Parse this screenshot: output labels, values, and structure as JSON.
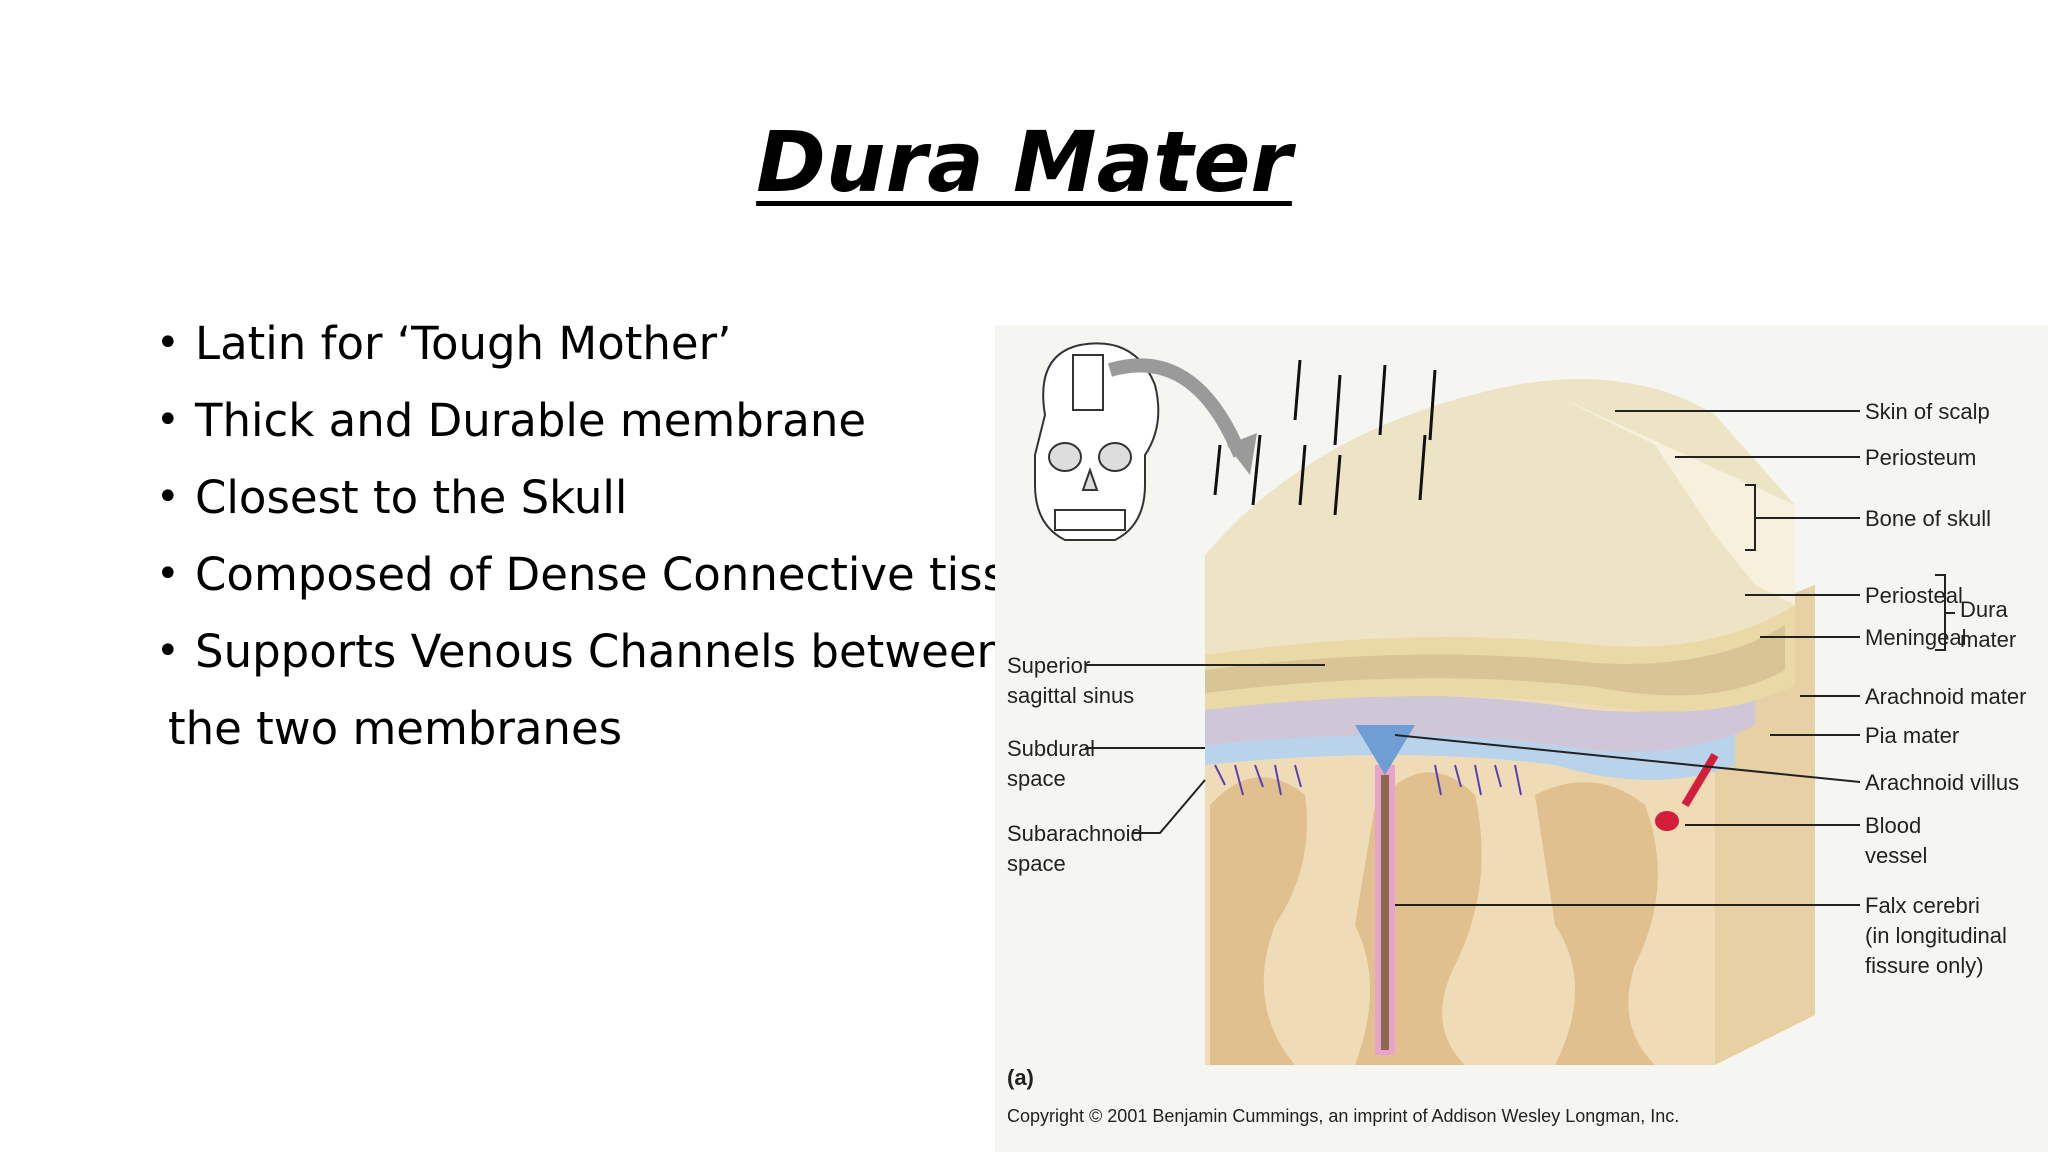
{
  "slide": {
    "title": "Dura Mater",
    "bullets": [
      "Latin for ‘Tough Mother’",
      "Thick and Durable membrane",
      "Closest to the Skull",
      "Composed of Dense Connective tissue",
      "Supports Venous Channels between"
    ],
    "continuation": "the two membranes"
  },
  "figure": {
    "labels_right": {
      "skin_of_scalp": "Skin of scalp",
      "periosteum": "Periosteum",
      "bone_of_skull": "Bone of skull",
      "periosteal": "Periosteal",
      "meningeal": "Meningeal",
      "dura": "Dura",
      "mater": "mater",
      "arachnoid_mater": "Arachnoid mater",
      "pia_mater": "Pia mater",
      "arachnoid_villus": "Arachnoid villus",
      "blood": "Blood",
      "vessel": "vessel",
      "falx_cerebri": "Falx cerebri",
      "falx_note_1": "(in longitudinal",
      "falx_note_2": "fissure only)"
    },
    "labels_left": {
      "superior": "Superior",
      "sagittal_sinus": "sagittal sinus",
      "subdural": "Subdural",
      "subdural_space": "space",
      "subarachnoid": "Subarachnoid",
      "subarachnoid_space": "space"
    },
    "panel_letter": "(a)",
    "copyright": "Copyright © 2001 Benjamin Cummings, an imprint of Addison Wesley Longman, Inc.",
    "colors": {
      "scalp": "#ece4c4",
      "bone": "#e9d9a6",
      "dura": "#cfc6d8",
      "subarachnoid": "#b9d3ea",
      "pia": "#e7a3c9",
      "brain": "#f0d9b0",
      "gyri": "#e0c08e",
      "vessel": "#d21e3a",
      "veins": "#5b3fb6"
    }
  }
}
